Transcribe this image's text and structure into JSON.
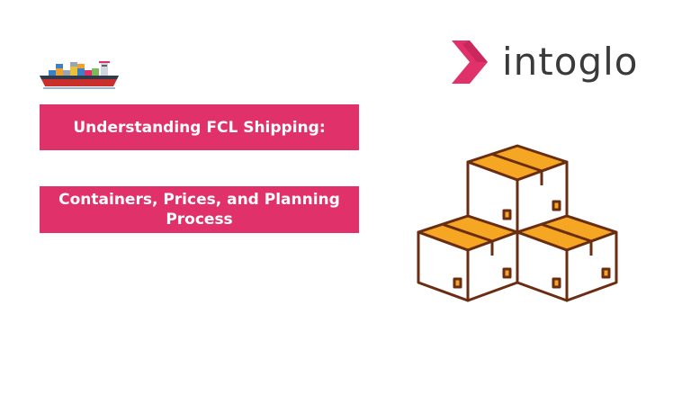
{
  "brand": {
    "name": "intoglo",
    "mark_icon": "chevron-mark-icon",
    "accent_color": "#e0316a"
  },
  "headline": {
    "title": "Understanding FCL Shipping:",
    "subtitle": "Containers, Prices, and Planning Process"
  },
  "illustrations": {
    "ship": "container-ship-icon",
    "boxes": "stacked-boxes-icon"
  },
  "colors": {
    "banner": "#e0316a",
    "banner_text": "#ffffff",
    "box_tape": "#f5a623",
    "box_outline": "#6b2d12",
    "brand_text": "#3a3a3a"
  }
}
